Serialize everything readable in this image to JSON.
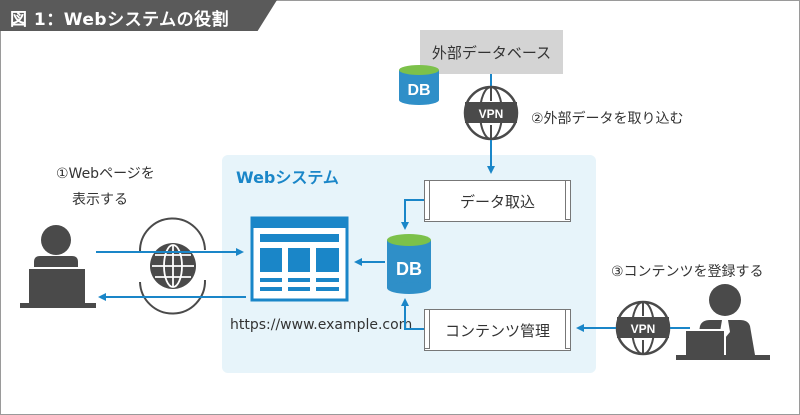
{
  "title": "図 1：Webシステムの役割",
  "system_label": "Webシステム",
  "external_db_label": "外部データベース",
  "db_label": "DB",
  "vpn_label": "VPN",
  "steps": {
    "step1_line1": "①Webページを",
    "step1_line2": "表示する",
    "step2": "②外部データを取り込む",
    "step3": "③コンテンツを登録する"
  },
  "process_import": "データ取込",
  "process_content": "コンテンツ管理",
  "url": "https://www.example.com",
  "colors": {
    "accent_blue": "#1a86c8",
    "db_blue": "#2f8fc8",
    "system_bg": "#e7f4fa",
    "header_gray": "#5a5a5a",
    "external_box": "#d4d4d4",
    "dark_icon": "#4a4a4a"
  },
  "icons": [
    "user-icon",
    "globe-icon",
    "browser-window-icon",
    "database-icon",
    "vpn-globe-icon",
    "admin-user-icon"
  ]
}
